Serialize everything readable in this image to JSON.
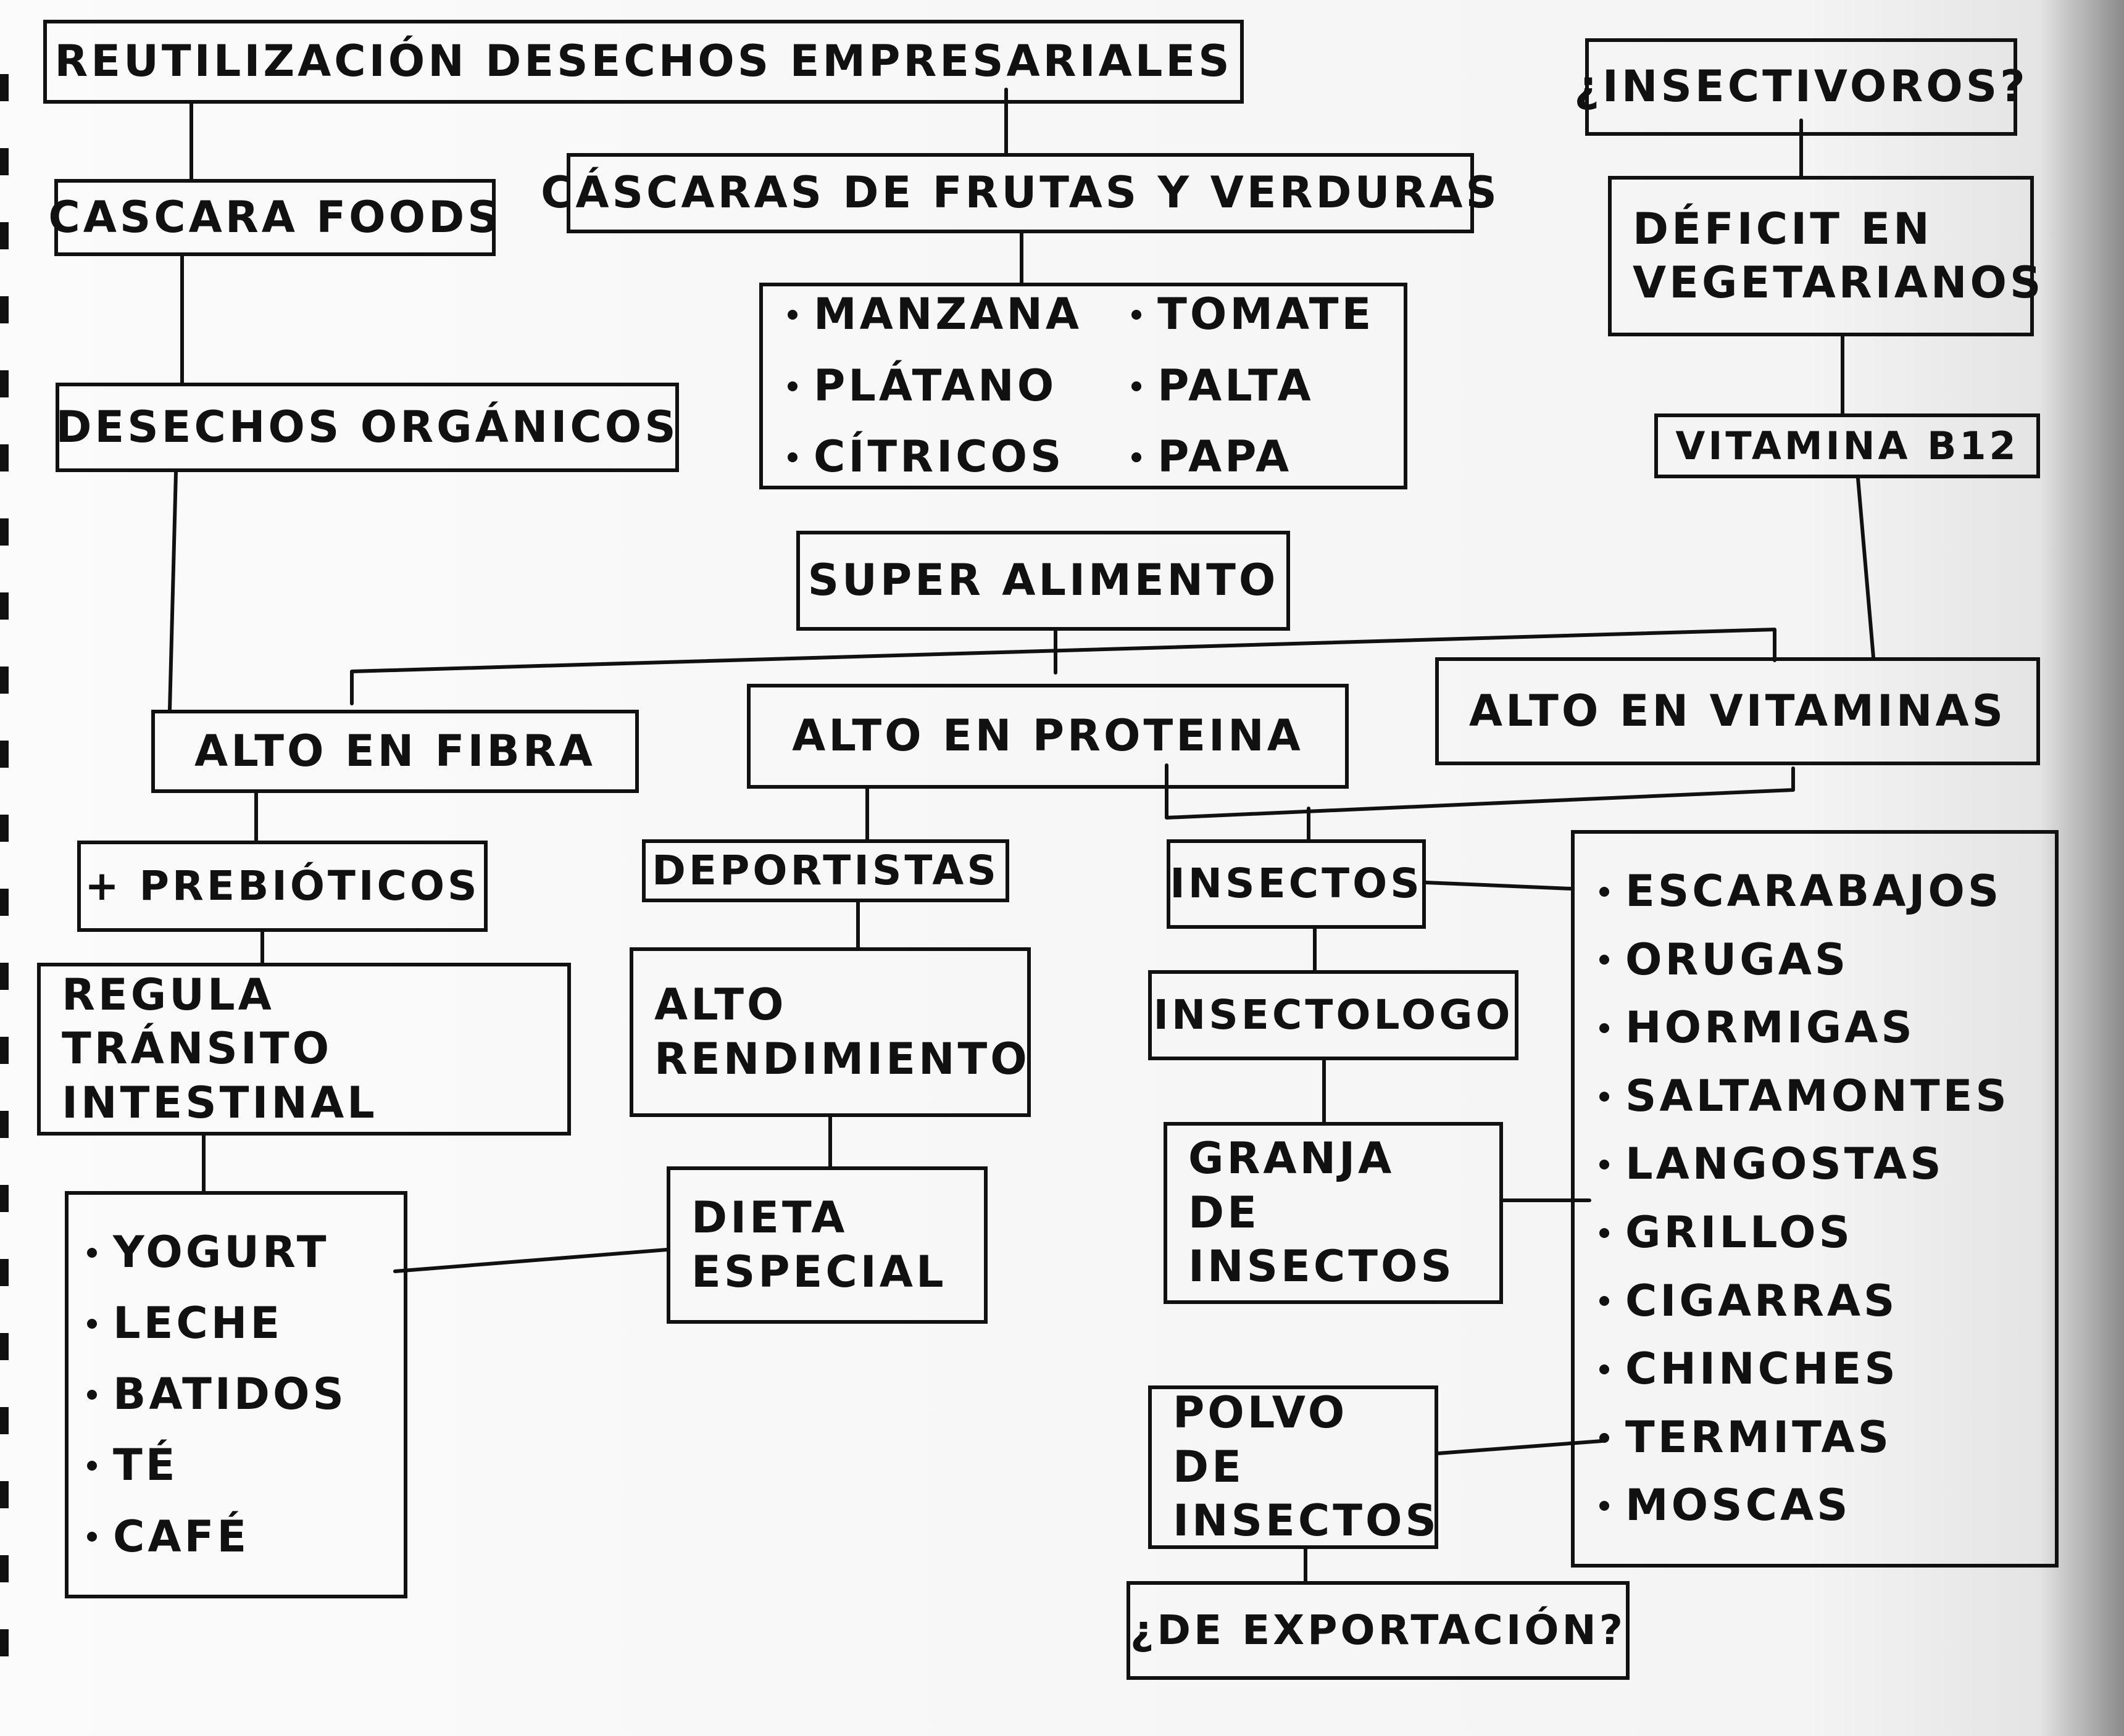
{
  "nodes": {
    "reutilizacion": "REUTILIZACIÓN DESECHOS EMPRESARIALES",
    "insectivoros": "¿INSECTIVOROS?",
    "cascara_foods": "CASCARA FOODS",
    "cascaras_frutas": "CÁSCARAS DE FRUTAS Y VERDURAS",
    "deficit": "DÉFICIT EN VEGETARIANOS",
    "frutas_list": [
      "MANZANA",
      "TOMATE",
      "PLÁTANO",
      "PALTA",
      "CÍTRICOS",
      "PAPA"
    ],
    "desechos_organicos": "DESECHOS ORGÁNICOS",
    "vitamina": "VITAMINA B12",
    "super_alimento": "SUPER ALIMENTO",
    "alto_fibra": "ALTO EN FIBRA",
    "alto_proteina": "ALTO EN PROTEINA",
    "alto_vitaminas": "ALTO EN VITAMINAS",
    "prebioticos": "+ PREBIÓTICOS",
    "deportistas": "DEPORTISTAS",
    "insectos": "INSECTOS",
    "insectos_list": [
      "ESCARABAJOS",
      "ORUGAS",
      "HORMIGAS",
      "SALTAMONTES",
      "LANGOSTAS",
      "GRILLOS",
      "CIGARRAS",
      "CHINCHES",
      "TERMITAS",
      "MOSCAS"
    ],
    "regula": "REGULA TRÁNSITO INTESTINAL",
    "alto_rendimiento": "ALTO RENDIMIENTO",
    "insectologo": "INSECTOLOGO",
    "granja": "GRANJA DE INSECTOS",
    "lacteos_list": [
      "YOGURT",
      "LECHE",
      "BATIDOS",
      "TÉ",
      "CAFÉ"
    ],
    "dieta_especial": "DIETA ESPECIAL",
    "polvo": "POLVO DE INSECTOS",
    "exportacion": "¿DE EXPORTACIÓN?"
  },
  "colors": {
    "ink": "#111111",
    "paper": "#f7f7f7"
  }
}
